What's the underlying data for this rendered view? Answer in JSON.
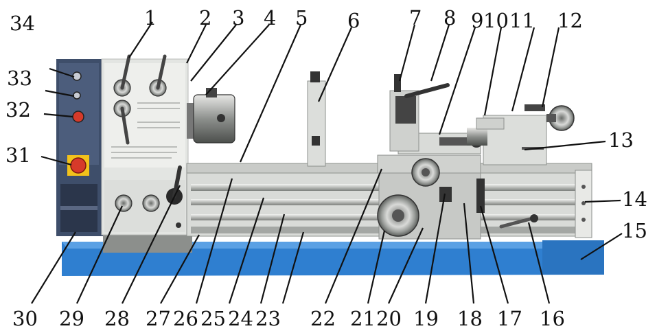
{
  "diagram": {
    "top_labels": [
      "1",
      "2",
      "3",
      "4",
      "5",
      "6",
      "7",
      "8",
      "9",
      "10",
      "11",
      "12"
    ],
    "right_labels": [
      "13",
      "14",
      "15"
    ],
    "left_labels": [
      "34",
      "33",
      "32",
      "31"
    ],
    "bottom_labels": [
      "30",
      "29",
      "28",
      "27",
      "26",
      "25",
      "24",
      "23",
      "22",
      "21",
      "20",
      "19",
      "18",
      "17",
      "16"
    ]
  },
  "colors": {
    "base_blue": "#2f7fd0",
    "panel_dark": "#3e4e6a",
    "machine_grey": "#d9dbd8",
    "estop_red": "#d63a2a",
    "estop_yellow": "#f2c21b"
  }
}
